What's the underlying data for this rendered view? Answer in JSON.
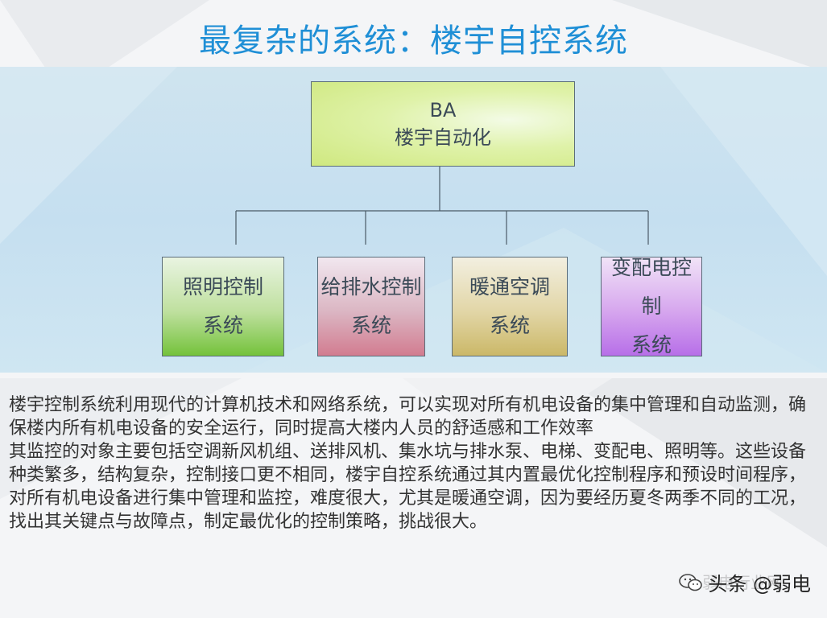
{
  "title": "最复杂的系统：楼宇自控系统",
  "root": {
    "line1": "BA",
    "line2": "楼宇自动化"
  },
  "children": [
    {
      "line1": "照明控制",
      "line2": "系统"
    },
    {
      "line1": "给排水控制",
      "line2": "系统"
    },
    {
      "line1": "暖通空调",
      "line2": "系统"
    },
    {
      "line1": "变配电控制",
      "line2": "系统"
    }
  ],
  "description": {
    "para1": "楼宇控制系统利用现代的计算机技术和网络系统，可以实现对所有机电设备的集中管理和自动监测，确保楼内所有机电设备的安全运行，同时提高大楼内人员的舒适感和工作效率",
    "para2": "其监控的对象主要包括空调新风机组、送排风机、集水坑与排水泵、电梯、变配电、照明等。这些设备种类繁多，结构复杂，控制接口更不相同，楼宇自控系统通过其内置最优化控制程序和预设时间程序，对所有机电设备进行集中管理和监控，难度很大，尤其是暖通空调，因为要经历夏冬两季不同的工况，找出其关键点与故障点，制定最优化的控制策略，挑战很大。"
  },
  "watermark": {
    "text": "头条 @弱电",
    "ghost": "弱电行业网"
  }
}
